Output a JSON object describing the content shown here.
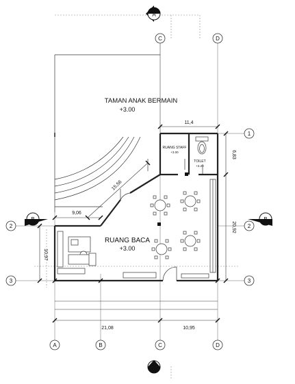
{
  "areas": {
    "playground": {
      "name": "TAMAN ANAK BERMAIN",
      "level": "+3.00"
    },
    "reading": {
      "name": "RUANG BACA",
      "level": "+3.00"
    },
    "staff": {
      "name": "RUANG STAFF",
      "level": "+3.00"
    },
    "toilet": {
      "name": "TOILET",
      "level": "+3.20"
    }
  },
  "grid_labels": {
    "col_a": "A",
    "col_b": "B",
    "col_c": "C",
    "col_d": "D",
    "row_1": "1",
    "row_2": "2",
    "row_3": "3"
  },
  "section_markers": {
    "section_a": "A",
    "section_b": "B"
  },
  "dimensions": {
    "top_cd": "11,4",
    "right_12a": "6,83",
    "right_12b": "20,92",
    "left_23": "10,97",
    "diagonal": "15,56",
    "small_left": "9,06",
    "bottom_ac": "21,08",
    "bottom_cd": "10,95"
  }
}
